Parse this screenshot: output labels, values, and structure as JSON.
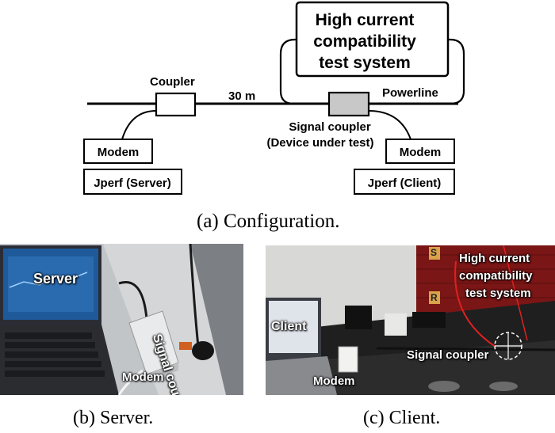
{
  "diagram": {
    "test_system_line1": "High current",
    "test_system_line2": "compatibility",
    "test_system_line3": "test system",
    "powerline_label": "Powerline",
    "coupler_label": "Coupler",
    "distance_label": "30 m",
    "signal_coupler_line1": "Signal coupler",
    "signal_coupler_line2": "(Device under test)",
    "modem_left": "Modem",
    "modem_right": "Modem",
    "jperf_server": "Jperf (Server)",
    "jperf_client": "Jperf (Client)"
  },
  "captions": {
    "a": "(a) Configuration.",
    "b": "(b) Server.",
    "c": "(c) Client."
  },
  "photo_server": {
    "server_label": "Server",
    "modem_label": "Modem",
    "signal_coupler_label": "Signal coupler"
  },
  "photo_client": {
    "client_label": "Client",
    "modem_label": "Modem",
    "signal_coupler_label": "Signal coupler",
    "test_system_line1": "High current",
    "test_system_line2": "compatibility",
    "test_system_line3": "test system",
    "tag_s": "S",
    "tag_r": "R"
  }
}
